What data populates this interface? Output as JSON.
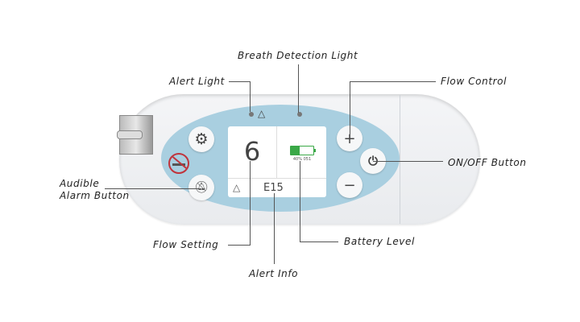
{
  "labels": {
    "breath_detection_light": "Breath Detection Light",
    "alert_light": "Alert Light",
    "flow_control": "Flow Control",
    "on_off_button": "ON/OFF Button",
    "audible_alarm_line1": "Audible",
    "audible_alarm_line2": "Alarm Button",
    "flow_setting": "Flow Setting",
    "battery_level": "Battery Level",
    "alert_info": "Alert Info"
  },
  "screen": {
    "flow_value": "6",
    "battery_text": "40% 051",
    "battery_level_fraction": 0.4,
    "alert_code": "E15"
  },
  "buttons": {
    "plus": "+",
    "minus": "−"
  },
  "colors": {
    "panel": "#a9cfe0",
    "battery": "#3aa847"
  }
}
